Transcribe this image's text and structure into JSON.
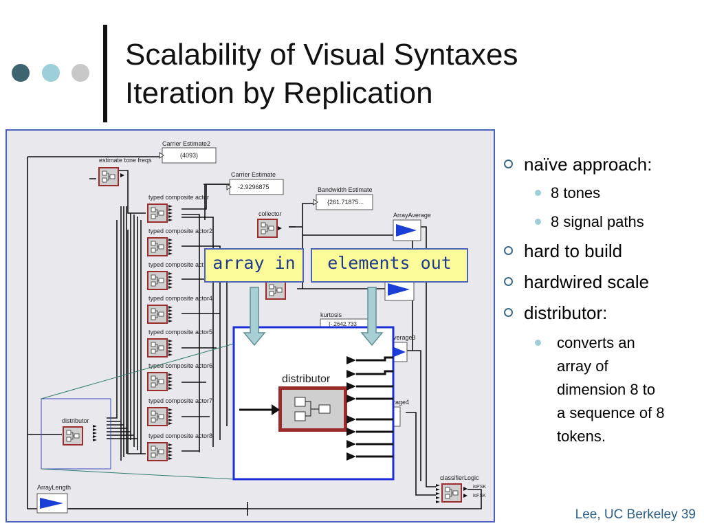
{
  "slide": {
    "title_line1": "Scalability of Visual Syntaxes",
    "title_line2": "Iteration by Replication",
    "footer": "Lee, UC Berkeley 39",
    "colors": {
      "dot1": "#3e6470",
      "dot2": "#9ccfd8",
      "dot3": "#c8c8c8",
      "accent": "#4a63b8",
      "callout_bg": "#fbfb9a"
    }
  },
  "diagram": {
    "actors": {
      "estimate": "estimate tone freqs",
      "tca1": "typed composite actor",
      "tca2": "typed composite actor2",
      "tca3": "typed composite act",
      "tca4": "typed composite actor4",
      "tca5": "typed composite actor5",
      "tca6": "typed composite actor6",
      "tca7": "typed composite actor7",
      "tca8": "typed composite actor8",
      "collector": "collector",
      "distributor_small": "distributor",
      "distributor_zoom": "distributor",
      "classifier": "classifierLogic",
      "arraylength": "ArrayLength",
      "arrayaverage": "ArrayAverage",
      "average3": "verage3",
      "average4": "rage4"
    },
    "displays": {
      "carrier2_label": "Carrier Estimate2",
      "carrier2_value": "(4093)",
      "carrier_label": "Carrier Estimate",
      "carrier_value": "-2.9296875",
      "bandwidth_label": "Bandwidth Estimate",
      "bandwidth_value": "{261.71875...",
      "kurtosis_label": "kurtosis",
      "kurtosis_value": "{-.2642.733"
    },
    "ports": {
      "p1": "isPSK",
      "p2": "isFSK"
    },
    "callouts": {
      "array_in": "array in",
      "elements_out": "elements out"
    }
  },
  "bullets": {
    "item1": "naïve approach:",
    "item1_sub1": "8 tones",
    "item1_sub2": "8 signal paths",
    "item2": "hard to build",
    "item3": "hardwired scale",
    "item4": "distributor:",
    "item4_sub1_lines": [
      "converts an",
      "array of",
      "dimension 8 to",
      "a sequence of 8",
      "tokens."
    ]
  }
}
